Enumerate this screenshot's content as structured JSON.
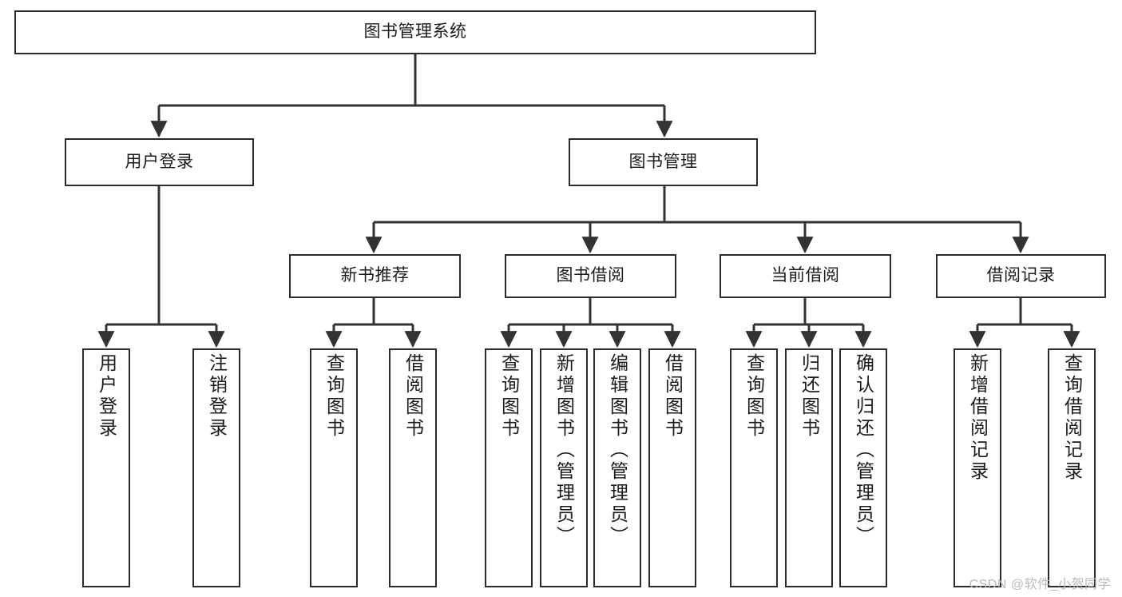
{
  "diagram": {
    "title": "图书管理系统",
    "watermark": "CSDN @软件_小贺同学",
    "colors": {
      "box_border": "#2b2b2b",
      "connector": "#333333",
      "background": "#ffffff",
      "text": "#1b1b1b",
      "watermark": "#b9b9b9"
    },
    "nodes": {
      "root": {
        "label": "图书管理系统"
      },
      "level2": [
        {
          "id": "user-login",
          "label": "用户登录"
        },
        {
          "id": "book-manage",
          "label": "图书管理"
        }
      ],
      "level3": [
        {
          "id": "new-book-recommend",
          "label": "新书推荐"
        },
        {
          "id": "book-borrow",
          "label": "图书借阅"
        },
        {
          "id": "current-borrow",
          "label": "当前借阅"
        },
        {
          "id": "borrow-record",
          "label": "借阅记录"
        }
      ],
      "leaves": {
        "user-login": [
          {
            "id": "leaf-user-login",
            "label": "用户登录"
          },
          {
            "id": "leaf-logout-login",
            "label": "注销登录"
          }
        ],
        "new-book-recommend": [
          {
            "id": "leaf-query-book-1",
            "label": "查询图书"
          },
          {
            "id": "leaf-borrow-book-1",
            "label": "借阅图书"
          }
        ],
        "book-borrow": [
          {
            "id": "leaf-query-book-2",
            "label": "查询图书"
          },
          {
            "id": "leaf-add-book-admin",
            "label": "新增图书（管理员）"
          },
          {
            "id": "leaf-edit-book-admin",
            "label": "编辑图书（管理员）"
          },
          {
            "id": "leaf-borrow-book-2",
            "label": "借阅图书"
          }
        ],
        "current-borrow": [
          {
            "id": "leaf-query-book-3",
            "label": "查询图书"
          },
          {
            "id": "leaf-return-book",
            "label": "归还图书"
          },
          {
            "id": "leaf-confirm-return-admin",
            "label": "确认归还（管理员）"
          }
        ],
        "borrow-record": [
          {
            "id": "leaf-add-borrow-record",
            "label": "新增借阅记录"
          },
          {
            "id": "leaf-query-borrow-record",
            "label": "查询借阅记录"
          }
        ]
      }
    }
  }
}
